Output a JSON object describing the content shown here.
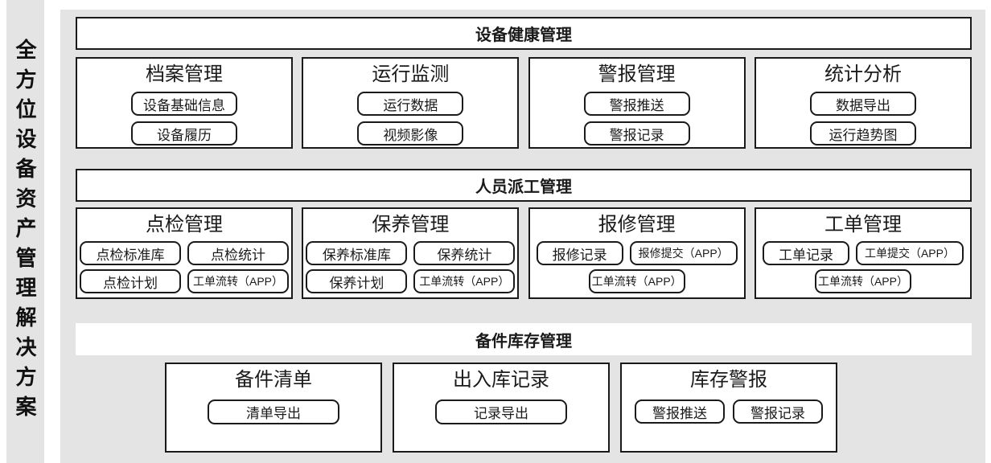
{
  "sidebar": {
    "title": "全方位设备资产管理解决方案"
  },
  "sections": [
    {
      "title": "设备健康管理",
      "groups": [
        {
          "title": "档案管理",
          "pills": [
            "设备基础信息",
            "设备履历"
          ]
        },
        {
          "title": "运行监测",
          "pills": [
            "运行数据",
            "视频影像"
          ]
        },
        {
          "title": "警报管理",
          "pills": [
            "警报推送",
            "警报记录"
          ]
        },
        {
          "title": "统计分析",
          "pills": [
            "数据导出",
            "运行趋势图"
          ]
        }
      ]
    },
    {
      "title": "人员派工管理",
      "groups": [
        {
          "title": "点检管理",
          "grid": [
            [
              "点检标准库",
              "点检统计"
            ],
            [
              "点检计划",
              "工单流转（APP）"
            ]
          ]
        },
        {
          "title": "保养管理",
          "grid": [
            [
              "保养标准库",
              "保养统计"
            ],
            [
              "保养计划",
              "工单流转（APP）"
            ]
          ]
        },
        {
          "title": "报修管理",
          "grid": [
            [
              "报修记录",
              "报修提交（APP）"
            ],
            [
              "工单流转（APP）"
            ]
          ]
        },
        {
          "title": "工单管理",
          "grid": [
            [
              "工单记录",
              "工单提交（APP）"
            ],
            [
              "工单流转（APP）"
            ]
          ]
        }
      ]
    },
    {
      "title": "备件库存管理",
      "groups": [
        {
          "title": "备件清单",
          "pills": [
            "清单导出"
          ]
        },
        {
          "title": "出入库记录",
          "pills": [
            "记录导出"
          ]
        },
        {
          "title": "库存警报",
          "pills": [
            "警报推送",
            "警报记录"
          ]
        }
      ]
    }
  ],
  "colors": {
    "panel_bg": "#e4e4e4",
    "box_bg": "#ffffff",
    "border": "#1a1a1a",
    "text": "#1a1a1a"
  }
}
